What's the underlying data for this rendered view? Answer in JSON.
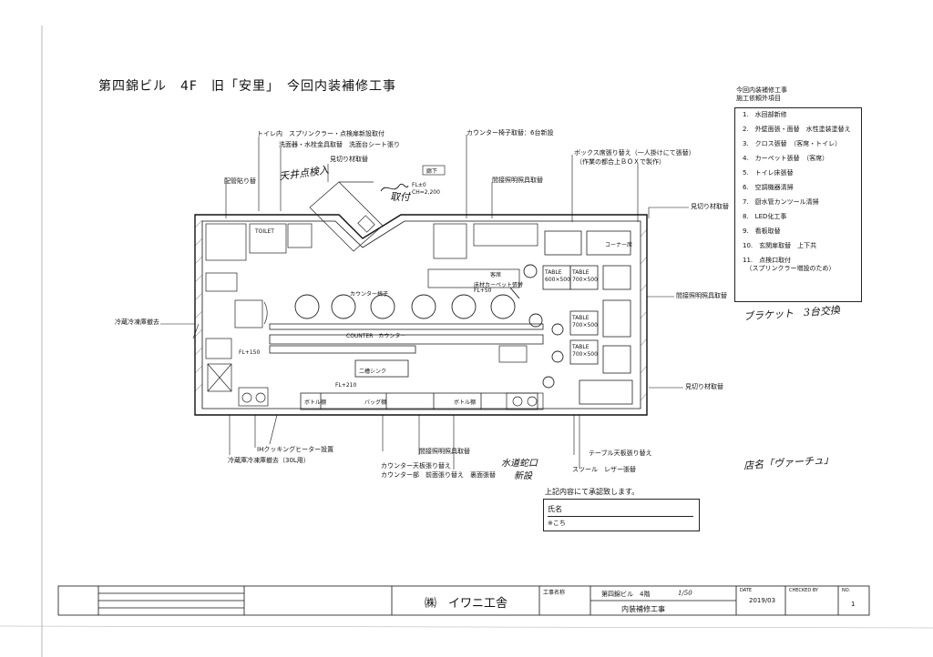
{
  "title": "第四錦ビル　4F　旧「安里」　今回内装補修工事",
  "legend": {
    "heading": [
      "今回内装補修工事",
      "施工依頼外項目"
    ],
    "items": [
      "1.　水回部新修",
      "2.　外壁面張・面替　水性塗装塗替え",
      "3.　クロス張替　（客席・トイレ）",
      "4.　カーペット張替　（客席）",
      "5.　トイレ床張替",
      "6.　空調機器清掃",
      "7.　厨水管カンツール清掃",
      "8.　LED化工事",
      "9.　看板取替",
      "10.　玄関扉取替　上下共",
      "11.　点検口取付",
      "　（スプリンクラー増設のため）"
    ]
  },
  "callouts": {
    "toilet_sprinkler": "トイレ内　スプリンクラー・点検扉新設取付",
    "wash_basin": "洗面器・水栓金具取替　洗面台シート張り",
    "mikiri_top": "見切り材取替",
    "kansuke_left": "配管貼り替",
    "counter_chair": "カウンター椅子取替：6台新設",
    "box_seat": [
      "ボックス席張り替え（一人掛けにて張替）",
      "（作業の都合上ＢＯＸで製作）"
    ],
    "shutter_top": "間接照明照具取替",
    "mikiri_right_top": "見切り材取替",
    "shutter_right": "間接照明照具取替",
    "mikiri_right_bottom": "見切り材取替",
    "cold_case": "冷蔵冷凍庫撤去",
    "cooking_heater": "IHクッキングヒーター設置",
    "cold_case_bottom": "冷蔵庫冷凍庫撤去（30L用）",
    "counter_top": [
      "カウンター天板張り替え",
      "カウンター部　前面張り替え　裏面張替"
    ],
    "shutter_bottom": "間接照明照具取替",
    "table_replace": "テーブル天板張り替え",
    "stool": "スツール　レザー張替",
    "stamp_note": "上記内容にて承認致します。",
    "stamp_name": "氏名",
    "stamp_date": "※こち"
  },
  "plan_text": {
    "corridor": "廊下",
    "fl_ch": [
      "FL±0",
      "CH=2,200"
    ],
    "toilet": "TOILET",
    "counter_line": "COUNTER　カウンター",
    "counter_chair_label": "カウンター椅子",
    "fl_150": "FL+150",
    "fl_210": "FL+210",
    "bottle1": "ボトル棚",
    "bottle2": "ボトル棚",
    "bag": "バッグ棚",
    "sink": "二槽シンク",
    "table1": [
      "TABLE",
      "600×500"
    ],
    "table2": [
      "TABLE",
      "700×500"
    ],
    "table3": [
      "TABLE",
      "700×500"
    ],
    "table4": [
      "TABLE",
      "700×500"
    ],
    "seat_label": "客席",
    "seat_carpet": [
      "床材カーペット張替",
      "FL+50"
    ],
    "corner": "コーナー席"
  },
  "handwriting": {
    "h1": "天井点検入",
    "h2": "取付",
    "h3": "ブラケット　3台交換",
    "h4": "店名「ヴァーチュ」",
    "h5": "水道蛇口",
    "h6": "新設"
  },
  "title_block": {
    "project_label": "工事名称",
    "company": "㈱　イワニ工舎",
    "building": "第四錦ビル　4階",
    "work": "内装補修工事",
    "date_label": "DATE",
    "date": "2019/03",
    "checked_label": "CHECKED BY",
    "no_label": "NO.",
    "no": "1",
    "scale_note": "1/50"
  }
}
